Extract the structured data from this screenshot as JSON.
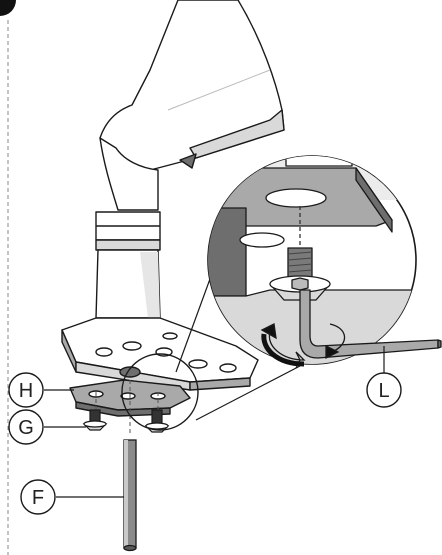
{
  "diagram": {
    "callouts": [
      {
        "id": "H",
        "label": "H"
      },
      {
        "id": "G",
        "label": "G"
      },
      {
        "id": "F",
        "label": "F"
      },
      {
        "id": "L",
        "label": "L"
      }
    ]
  },
  "colors": {
    "line": "#1a1a1a",
    "body_fill": "#ffffff",
    "shade_light": "#d9d9d9",
    "shade_mid": "#a9a9a9",
    "shade_dark": "#6e6e6e",
    "dashed_guide": "#8a8a8a"
  },
  "icons": {
    "rotation": "rotate-arrows-icon",
    "screw": "countersunk-screw-icon",
    "hex_key": "hex-key-icon"
  }
}
